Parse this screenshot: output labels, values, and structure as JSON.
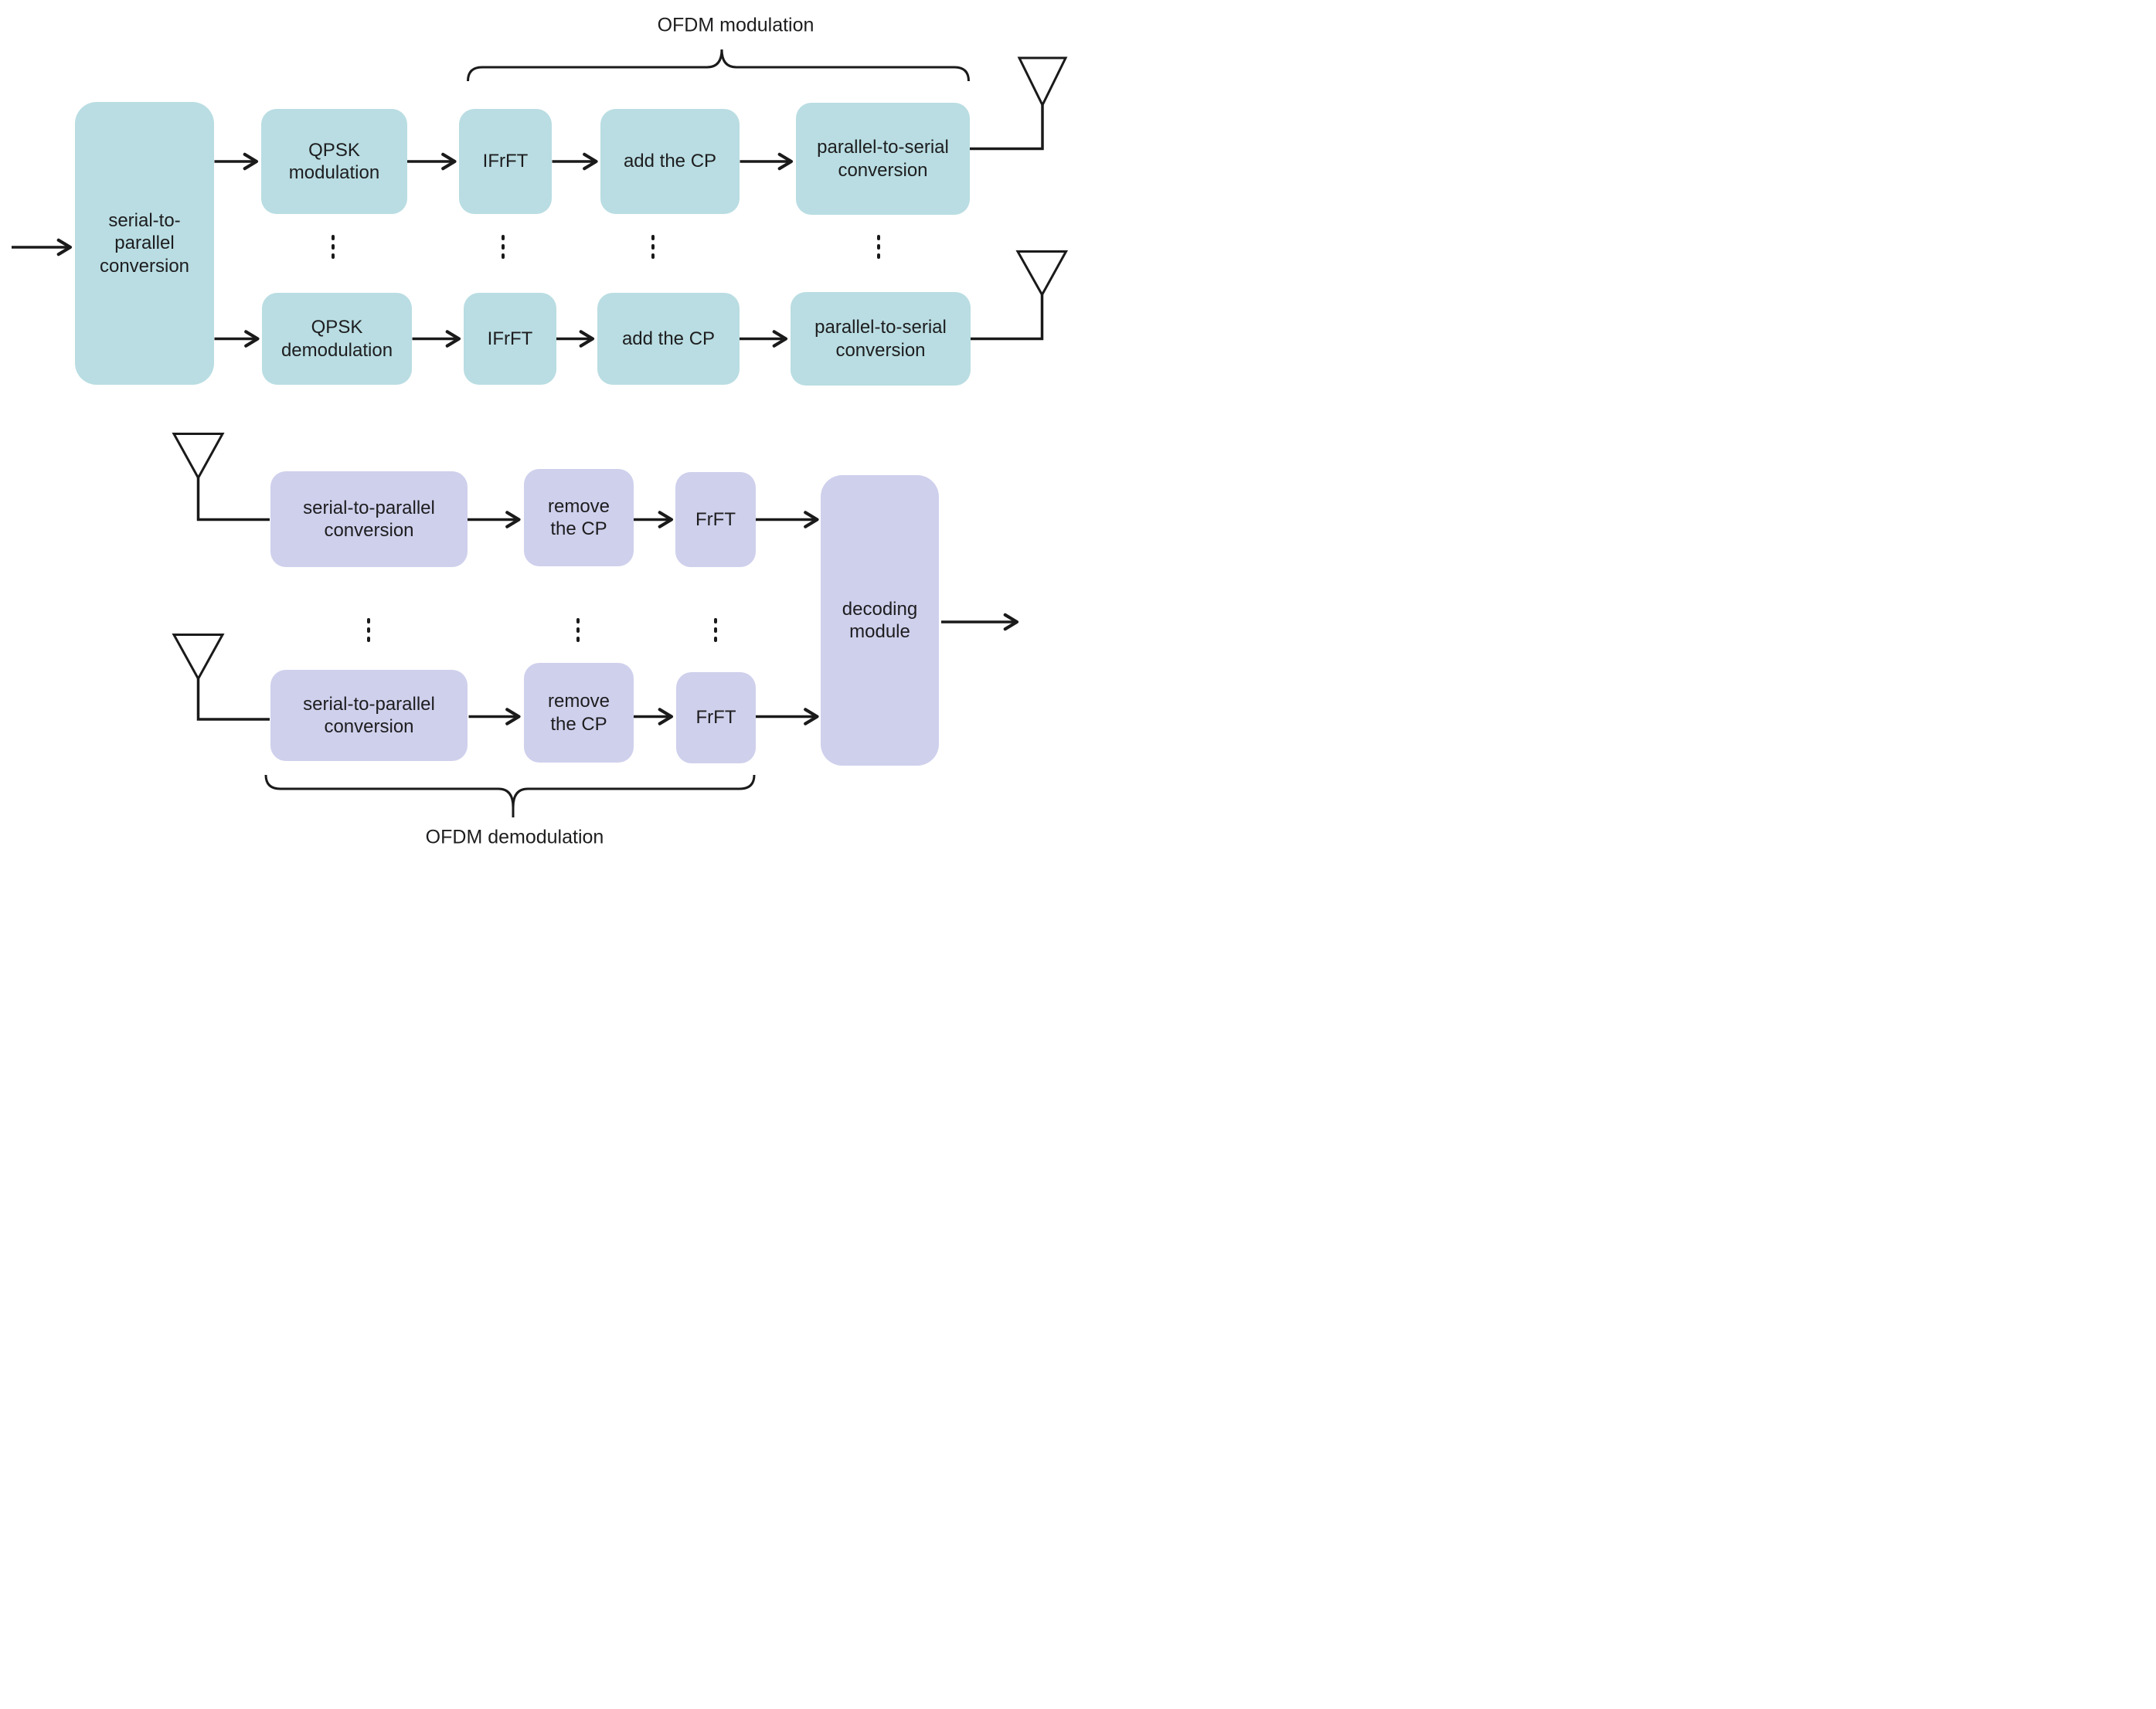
{
  "labels": {
    "ofdm_modulation": "OFDM modulation",
    "ofdm_demodulation": "OFDM demodulation"
  },
  "transmitter": {
    "serial_to_parallel": "serial-to-\nparallel\nconversion",
    "row1": [
      "QPSK\nmodulation",
      "IFrFT",
      "add the CP",
      "parallel-to-serial\nconversion"
    ],
    "row2": [
      "QPSK\ndemodulation",
      "IFrFT",
      "add the CP",
      "parallel-to-serial\nconversion"
    ]
  },
  "receiver": {
    "row1": [
      "serial-to-parallel\nconversion",
      "remove\nthe CP",
      "FrFT"
    ],
    "row2": [
      "serial-to-parallel\nconversion",
      "remove\nthe CP",
      "FrFT"
    ],
    "decoding_module": "decoding\nmodule"
  },
  "colors": {
    "transmitter_box": "#b9dde2",
    "receiver_box": "#cfd0ec",
    "line": "#1a1a1a",
    "text": "#1d1d1f",
    "antenna_fill": "#ffffff",
    "background": "#ffffff"
  }
}
